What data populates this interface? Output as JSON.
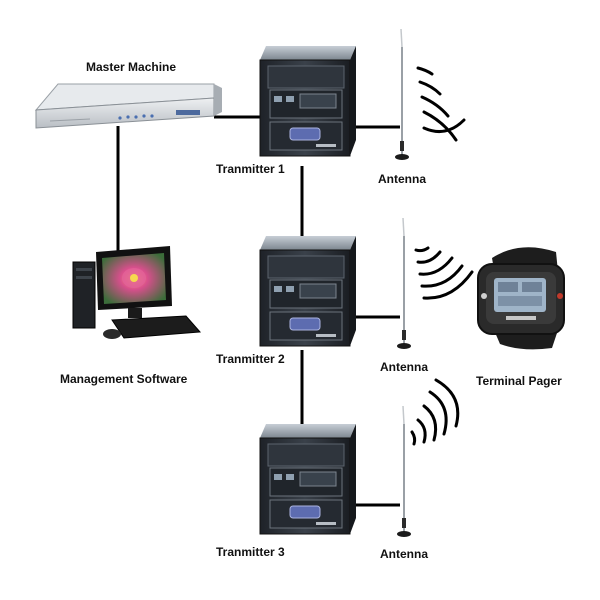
{
  "nodes": {
    "master": {
      "label": "Master Machine"
    },
    "software": {
      "label": "Management Software"
    },
    "tx1": {
      "label": "Tranmitter 1"
    },
    "tx2": {
      "label": "Tranmitter 2"
    },
    "tx3": {
      "label": "Tranmitter 3"
    },
    "ant1": {
      "label": "Antenna"
    },
    "ant2": {
      "label": "Antenna"
    },
    "ant3": {
      "label": "Antenna"
    },
    "pager": {
      "label": "Terminal Pager"
    }
  },
  "edges": [
    {
      "from": "master",
      "to": "tx1"
    },
    {
      "from": "master",
      "to": "software"
    },
    {
      "from": "tx1",
      "to": "ant1"
    },
    {
      "from": "tx1",
      "to": "tx2"
    },
    {
      "from": "tx2",
      "to": "ant2"
    },
    {
      "from": "tx2",
      "to": "tx3"
    },
    {
      "from": "tx3",
      "to": "ant3"
    }
  ],
  "colors": {
    "line": "#000000",
    "device_body": "#2a2f36",
    "device_top": "#9aa3ad",
    "master_body": "#d9dde1",
    "screen_flower": "#c23a7a"
  },
  "icons": [
    "rack-master-device",
    "desktop-computer",
    "transmitter-cabinet",
    "antenna",
    "wristwatch-pager",
    "radio-wave"
  ]
}
